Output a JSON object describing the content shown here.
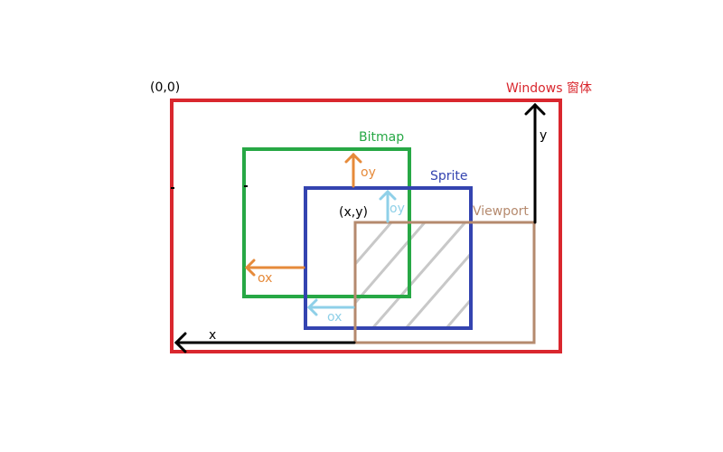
{
  "colors": {
    "window": "#d9272e",
    "bitmap": "#27a845",
    "sprite": "#3444b0",
    "viewport": "#b58a6e",
    "bitmap_offset": "#e68a3a",
    "sprite_offset": "#8fd0e8",
    "axis": "#000000",
    "hatch": "#c8c8c8"
  },
  "labels": {
    "origin": "(0,0)",
    "window": "Windows 窗体",
    "bitmap": "Bitmap",
    "sprite": "Sprite",
    "viewport": "Viewport",
    "sprite_pos": "(x,y)",
    "x_axis": "x",
    "y_axis": "y",
    "bitmap_oy": "oy",
    "bitmap_ox": "ox",
    "sprite_oy": "oy",
    "sprite_ox": "ox"
  }
}
